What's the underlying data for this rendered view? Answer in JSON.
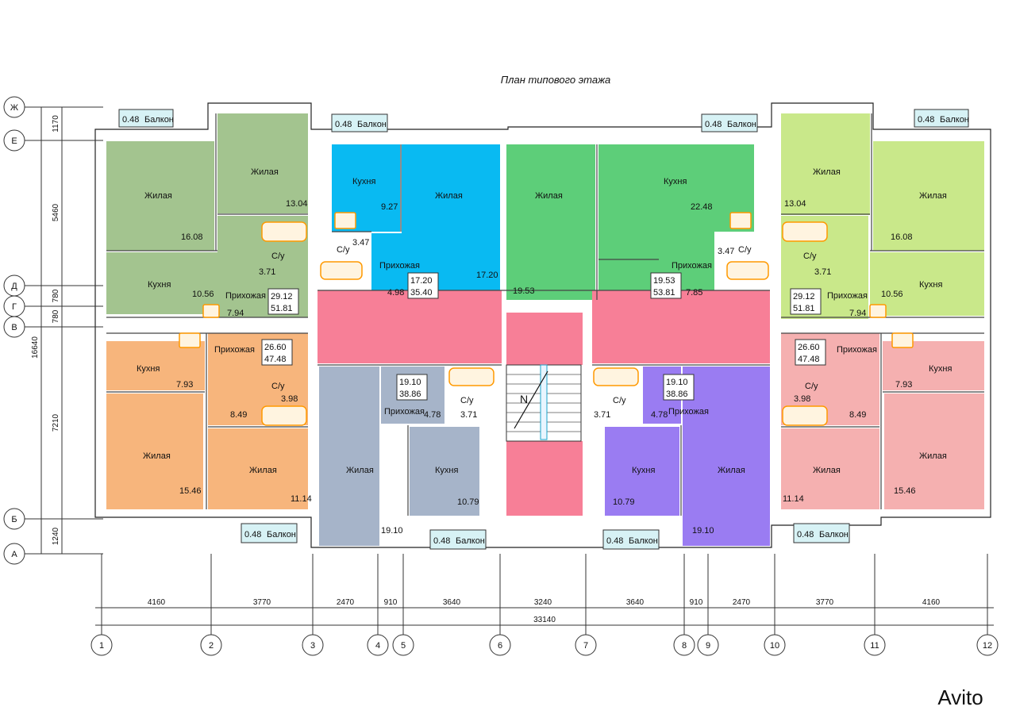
{
  "title": "План типового этажа",
  "colors": {
    "green_dark": "#a3c48f",
    "blue": "#09baf2",
    "green_mid": "#5dce79",
    "green_light": "#c9e88a",
    "pink": "#f77f97",
    "orange": "#f7b57c",
    "grey_blue": "#a6b4c9",
    "purple": "#9a7cf2",
    "rose": "#f5b0b0",
    "bathtub": "#ff9900"
  },
  "apartments": [
    {
      "id": "a1",
      "color": "green_dark",
      "total": "29.12",
      "living": "51.81"
    },
    {
      "id": "a2",
      "color": "blue",
      "total": "17.20",
      "living": "35.40"
    },
    {
      "id": "a3",
      "color": "green_mid",
      "total": "19.53",
      "living": "53.81"
    },
    {
      "id": "a4",
      "color": "green_light",
      "total": "29.12",
      "living": "51.81"
    },
    {
      "id": "a5",
      "color": "orange",
      "total": "26.60",
      "living": "47.48"
    },
    {
      "id": "a6",
      "color": "grey_blue",
      "total": "19.10",
      "living": "38.86"
    },
    {
      "id": "a7",
      "color": "purple",
      "total": "19.10",
      "living": "38.86"
    },
    {
      "id": "a8",
      "color": "rose",
      "total": "26.60",
      "living": "47.48"
    }
  ],
  "rooms": [
    {
      "name": "Жилая",
      "area": "16.08"
    },
    {
      "name": "Жилая",
      "area": "13.04"
    },
    {
      "name": "Кухня",
      "area": "10.56"
    },
    {
      "name": "С/у",
      "area": "3.71"
    },
    {
      "name": "Прихожая",
      "area": "7.94"
    },
    {
      "name": "Кухня",
      "area": "9.27"
    },
    {
      "name": "С/у",
      "area": "3.47"
    },
    {
      "name": "Прихожая",
      "area": "4.98"
    },
    {
      "name": "Жилая",
      "area": "17.20"
    },
    {
      "name": "Жилая",
      "area": "19.53"
    },
    {
      "name": "Кухня",
      "area": "22.48"
    },
    {
      "name": "С/у",
      "area": "3.47"
    },
    {
      "name": "Прихожая",
      "area": "7.85"
    },
    {
      "name": "Жилая",
      "area": "13.04"
    },
    {
      "name": "Жилая",
      "area": "16.08"
    },
    {
      "name": "С/у",
      "area": "3.71"
    },
    {
      "name": "Кухня",
      "area": "10.56"
    },
    {
      "name": "Прихожая",
      "area": "7.94"
    },
    {
      "name": "Кухня",
      "area": "7.93"
    },
    {
      "name": "Прихожая",
      "area": "8.49"
    },
    {
      "name": "С/у",
      "area": "3.98"
    },
    {
      "name": "Жилая",
      "area": "15.46"
    },
    {
      "name": "Жилая",
      "area": "11.14"
    },
    {
      "name": "Прихожая",
      "area": "4.78"
    },
    {
      "name": "С/у",
      "area": "3.71"
    },
    {
      "name": "Жилая",
      "area": "19.10"
    },
    {
      "name": "Кухня",
      "area": "10.79"
    },
    {
      "name": "С/у",
      "area": "3.71"
    },
    {
      "name": "Прихожая",
      "area": "4.78"
    },
    {
      "name": "Кухня",
      "area": "10.79"
    },
    {
      "name": "Жилая",
      "area": "19.10"
    },
    {
      "name": "Прихожая",
      "area": "8.49"
    },
    {
      "name": "С/у",
      "area": "3.98"
    },
    {
      "name": "Кухня",
      "area": "7.93"
    },
    {
      "name": "Жилая",
      "area": "11.14"
    },
    {
      "name": "Жилая",
      "area": "15.46"
    }
  ],
  "balconies": [
    {
      "area": "0.48",
      "label": "Балкон"
    },
    {
      "area": "0.48",
      "label": "Балкон"
    },
    {
      "area": "0.48",
      "label": "Балкон"
    },
    {
      "area": "0.48",
      "label": "Балкон"
    },
    {
      "area": "0.48",
      "label": "Балкон"
    },
    {
      "area": "0.48",
      "label": "Балкон"
    },
    {
      "area": "0.48",
      "label": "Балкон"
    },
    {
      "area": "0.48",
      "label": "Балкон"
    }
  ],
  "row_axes": [
    "Ж",
    "Е",
    "Д",
    "Г",
    "В",
    "Б",
    "А"
  ],
  "row_dims": [
    "1170",
    "5460",
    "780",
    "780",
    "7210",
    "1240"
  ],
  "row_total": "16640",
  "col_axes": [
    "1",
    "2",
    "3",
    "4",
    "5",
    "6",
    "7",
    "8",
    "9",
    "10",
    "11",
    "12"
  ],
  "col_dims": [
    "4160",
    "3770",
    "2470",
    "910",
    "3640",
    "3240",
    "3640",
    "910",
    "2470",
    "3770",
    "4160"
  ],
  "col_total": "33140",
  "stair_mark": "N",
  "watermark": "Avito"
}
